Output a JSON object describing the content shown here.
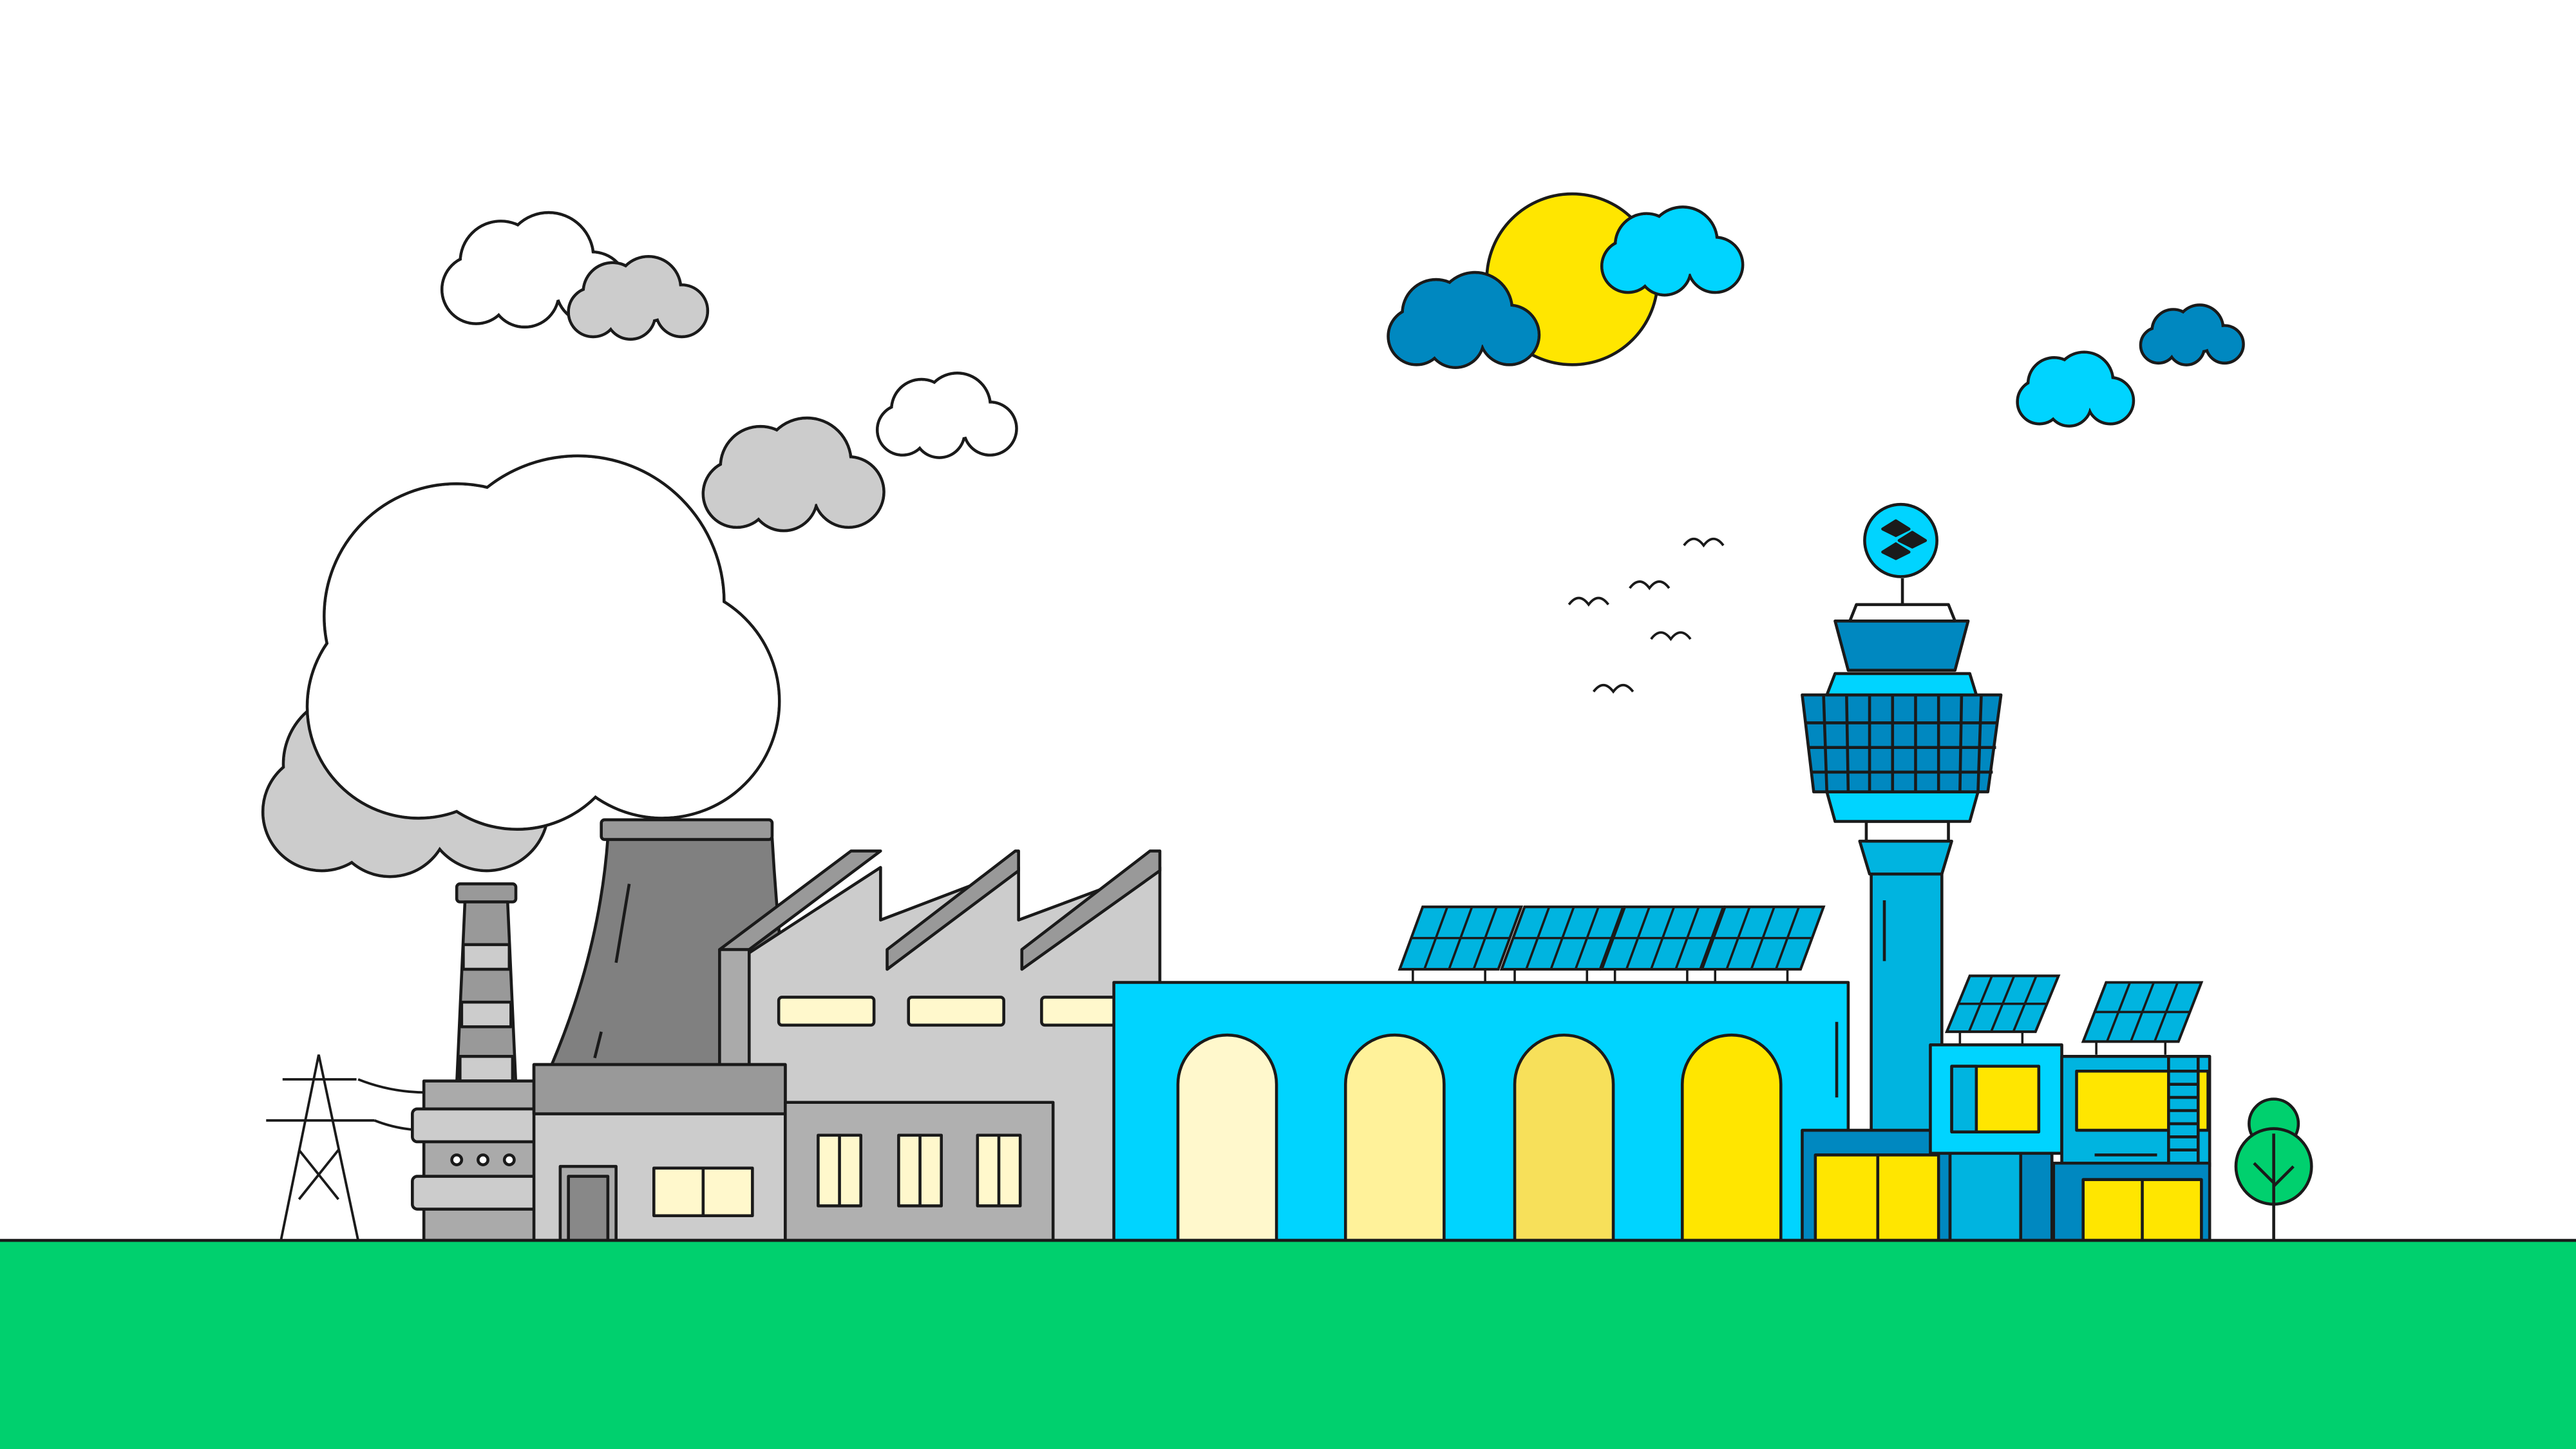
{
  "colors": {
    "sky": "#ffffff",
    "ground": "#00d06e",
    "sun": "#ffe600",
    "cloud_light_blue": "#00d4ff",
    "cloud_dark_blue": "#0088c0",
    "cloud_gray": "#cccccc",
    "factory_gray": "#cccccc",
    "dark_gray": "#808080",
    "hall_blue": "#00d4ff",
    "tower_blue": "#00b4e0",
    "window_yellow": "#ffe600",
    "window_cream": "#fff8cc",
    "tree_green": "#00d06e"
  },
  "icons": [
    "sun",
    "cloud",
    "bird",
    "smoke",
    "chimney",
    "cooling-tower",
    "factory",
    "power-pylon",
    "solar-panel",
    "control-tower",
    "tree",
    "logo-badge"
  ]
}
